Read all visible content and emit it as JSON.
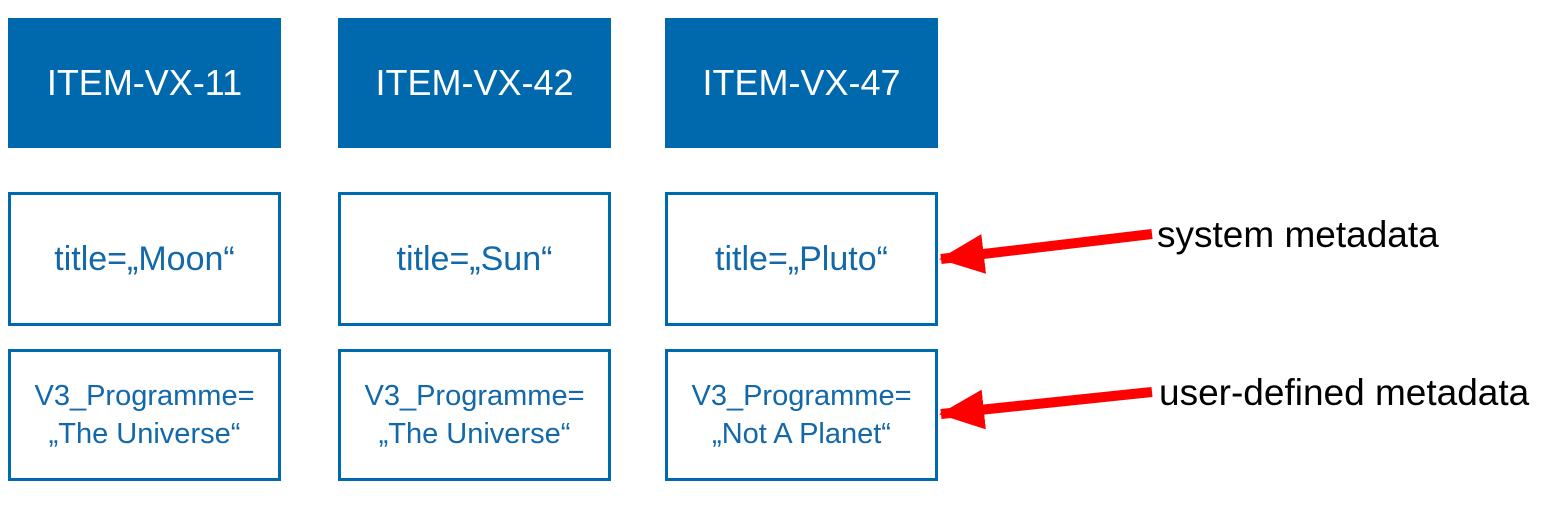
{
  "diagram": {
    "items": [
      {
        "id": "ITEM-VX-11",
        "system_metadata": "title=„Moon“",
        "user_metadata_line1": "V3_Programme=",
        "user_metadata_line2": "„The Universe“"
      },
      {
        "id": "ITEM-VX-42",
        "system_metadata": "title=„Sun“",
        "user_metadata_line1": "V3_Programme=",
        "user_metadata_line2": "„The Universe“"
      },
      {
        "id": "ITEM-VX-47",
        "system_metadata": "title=„Pluto“",
        "user_metadata_line1": "V3_Programme=",
        "user_metadata_line2": "„Not A Planet“"
      }
    ],
    "annotations": {
      "system": "system metadata",
      "user": "user-defined metadata"
    },
    "colors": {
      "box_blue": "#0069AD",
      "text_blue": "#1268A9",
      "arrow_red": "#FE0000",
      "header_text": "#FFFFFF",
      "annotation_text": "#000000"
    }
  }
}
